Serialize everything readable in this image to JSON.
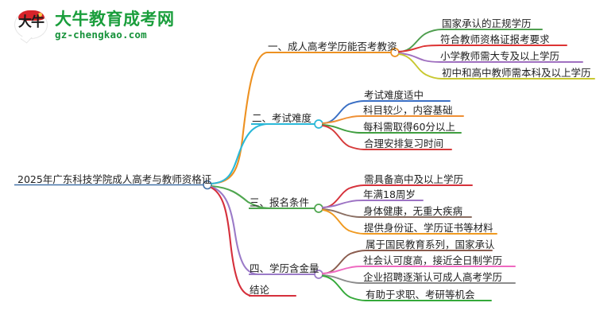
{
  "logo": {
    "mark_glyph": "大牛",
    "title": "大牛教育成考网",
    "subtitle": "gz-chengkao.com",
    "brand_green": "#1a9e3c",
    "brand_red": "#d8232a"
  },
  "mindmap": {
    "root": {
      "label": "2025年广东科技学院成人高考与教师资格证",
      "color": "#4472a8"
    },
    "branches": [
      {
        "label": "一、成人高考学历能否考教资",
        "color": "#ed9121",
        "children": [
          {
            "label": "国家承认的正规学历",
            "color": "#4f9e4f"
          },
          {
            "label": "符合教师资格证报考要求",
            "color": "#dd3333"
          },
          {
            "label": "小学教师需大专及以上学历",
            "color": "#a070c0"
          },
          {
            "label": "初中和高中教师需本科及以上学历",
            "color": "#c8c830"
          }
        ]
      },
      {
        "label": "二、考试难度",
        "color": "#2bb8d8",
        "children": [
          {
            "label": "考试难度适中",
            "color": "#3a6fc4"
          },
          {
            "label": "科目较少，内容基础",
            "color": "#ef8f33"
          },
          {
            "label": "每科需取得60分以上",
            "color": "#3f9e3f"
          },
          {
            "label": "合理安排复习时间",
            "color": "#d63a3a"
          }
        ]
      },
      {
        "label": "三、报名条件",
        "color": "#4fa64f",
        "children": [
          {
            "label": "需具备高中及以上学历",
            "color": "#d6323c"
          },
          {
            "label": "年满18周岁",
            "color": "#9d73c4"
          },
          {
            "label": "身体健康，无重大疾病",
            "color": "#8b6f63"
          },
          {
            "label": "提供身份证、学历证书等材料",
            "color": "#f09a20"
          }
        ]
      },
      {
        "label": "四、学历含金量",
        "color": "#9b7bc8",
        "children": [
          {
            "label": "属于国民教育系列，国家承认",
            "color": "#8a5c4e"
          },
          {
            "label": "社会认可度高，接近全日制学历",
            "color": "#ef69c0"
          },
          {
            "label": "企业招聘逐渐认可成人高考学历",
            "color": "#8c8c8c"
          },
          {
            "label": "有助于求职、考研等机会",
            "color": "#35a93a"
          }
        ]
      },
      {
        "label": "结论",
        "color": "#d5303c",
        "children": []
      }
    ]
  }
}
